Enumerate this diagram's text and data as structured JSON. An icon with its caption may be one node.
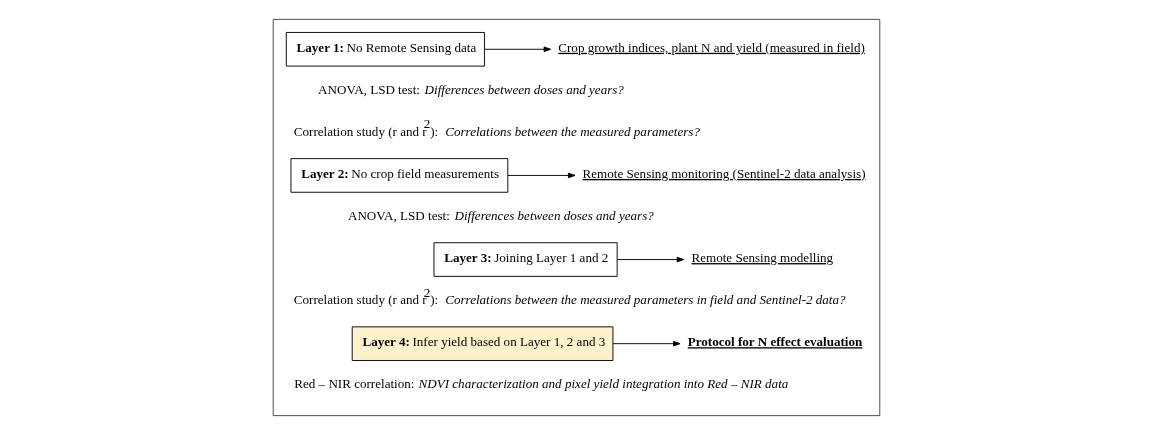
{
  "diagram": {
    "nodes": [
      {
        "text": [],
        "shape": "box"
      },
      {
        "text": [
          "**Layer 1:** No Remote Sensing data"
        ],
        "in": 0
      },
      {
        "text": [
          "Crop growth indices, plant N and yield (measured in field)"
        ],
        "in": 0
      },
      {
        "text": [
          "**Layer 2:** No crop field measurements"
        ],
        "in": 0
      },
      {
        "text": [
          "Remote Sensing monitoring (Sentinel-2 data analysis)"
        ],
        "in": 0
      },
      {
        "text": [
          "**Layer 3:** Joining Layer 1 and 2"
        ],
        "in": 0
      },
      {
        "text": [
          "Remote Sensing modelling"
        ],
        "in": 0
      },
      {
        "text": [
          "**Layer 4:** Infer yield based on Layer 1, 2 and 3"
        ],
        "in": 0
      },
      {
        "text": [
          "Protocol for N effect evaluation"
        ],
        "in": 0
      }
    ],
    "edges": [
      {
        "from": 1,
        "to": 2,
        "arrow": "to"
      },
      {
        "from": 3,
        "to": 4,
        "arrow": "to"
      },
      {
        "from": 5,
        "to": 6,
        "arrow": "to"
      },
      {
        "from": 7,
        "to": 8,
        "arrow": "to"
      }
    ],
    "labels": [
      "ANOVA, LSD test: *Differences between doses and years?*",
      "Correlation study (r and r$^{2}$): *Correlations between the measured parameters?*",
      "ANOVA, LSD test: *Differences between doses and years?*",
      "Correlation study (r and r$^{2}$): *Correlations between the measured parameters in field and Sentinel-2 data?*",
      "Red – NIR correlation: *NDVI characterization and pixel yield integration into Red – NIR data*"
    ]
  }
}
